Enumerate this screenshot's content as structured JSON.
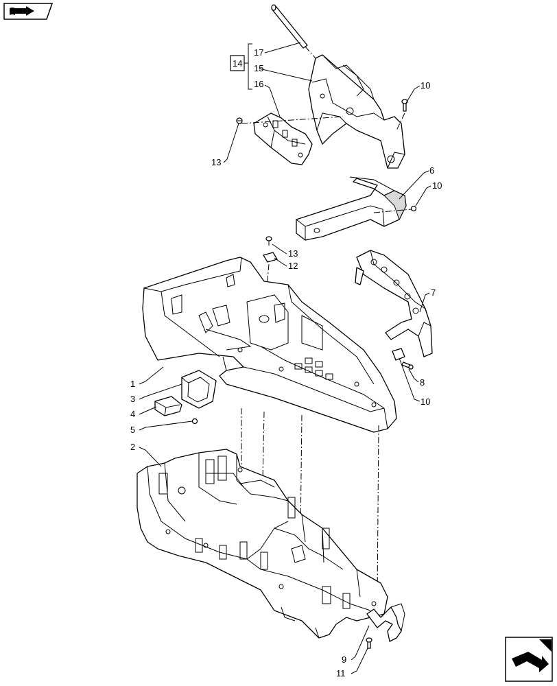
{
  "labels": {
    "l1": "1",
    "l2": "2",
    "l3": "3",
    "l4": "4",
    "l5": "5",
    "l6": "6",
    "l7": "7",
    "l8": "8",
    "l9": "9",
    "l10a": "10",
    "l10b": "10",
    "l10c": "10",
    "l11": "11",
    "l12": "12",
    "l13a": "13",
    "l13b": "13",
    "l14": "14",
    "l15": "15",
    "l16": "16",
    "l17": "17"
  },
  "icons": {
    "top_left": "book-arrow-icon",
    "bottom_right": "page-turn-arrow-icon"
  }
}
